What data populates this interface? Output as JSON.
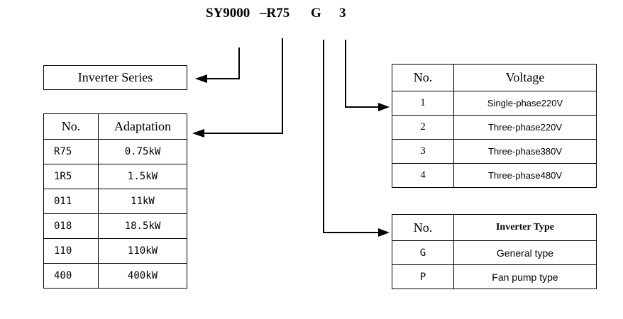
{
  "model_code": {
    "series": "SY9000",
    "adaptation": "–R75",
    "type": "G",
    "voltage": "3"
  },
  "inverter_series_label": "Inverter Series",
  "adaptation_table": {
    "headers": [
      "No.",
      "Adaptation"
    ],
    "rows": [
      [
        "R75",
        "0.75kW"
      ],
      [
        "1R5",
        "1.5kW"
      ],
      [
        "011",
        "11kW"
      ],
      [
        "018",
        "18.5kW"
      ],
      [
        "110",
        "110kW"
      ],
      [
        "400",
        "400kW"
      ]
    ]
  },
  "voltage_table": {
    "headers": [
      "No.",
      "Voltage"
    ],
    "rows": [
      [
        "1",
        "Single-phase220V"
      ],
      [
        "2",
        "Three-phase220V"
      ],
      [
        "3",
        "Three-phase380V"
      ],
      [
        "4",
        "Three-phase480V"
      ]
    ]
  },
  "type_table": {
    "headers": [
      "No.",
      "Inverter Type"
    ],
    "rows": [
      [
        "G",
        "General type"
      ],
      [
        "P",
        "Fan pump type"
      ]
    ]
  }
}
